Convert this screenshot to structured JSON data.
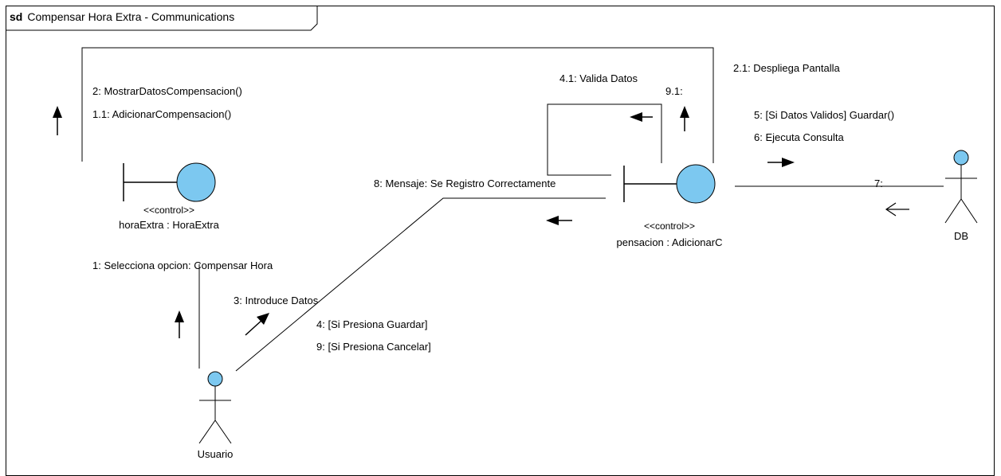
{
  "frame": {
    "keyword": "sd",
    "title": "Compensar Hora Extra - Communications"
  },
  "lifelines": {
    "hora_extra": {
      "stereotype": "<<control>>",
      "name": "horaExtra : HoraExtra"
    },
    "pensacion": {
      "stereotype": "<<control>>",
      "name": "pensacion : AdicionarC"
    },
    "db": {
      "name": "DB"
    },
    "usuario": {
      "name": "Usuario"
    }
  },
  "messages": {
    "m2": "2: MostrarDatosCompensacion()",
    "m1_1": "1.1: AdicionarCompensacion()",
    "m4_1": "4.1: Valida Datos",
    "m9_1": "9.1:",
    "m2_1": "2.1: Despliega Pantalla",
    "m5": "5: [Si Datos Validos] Guardar()",
    "m6": "6: Ejecuta Consulta",
    "m7": "7:",
    "m8": "8: Mensaje: Se Registro Correctamente",
    "m1": "1: Selecciona opcion: Compensar Hora",
    "m3": "3: Introduce Datos",
    "m4": "4: [Si Presiona Guardar]",
    "m9": "9: [Si Presiona Cancelar]"
  },
  "colors": {
    "fill": "#7cc8f0",
    "stroke": "#000000"
  }
}
